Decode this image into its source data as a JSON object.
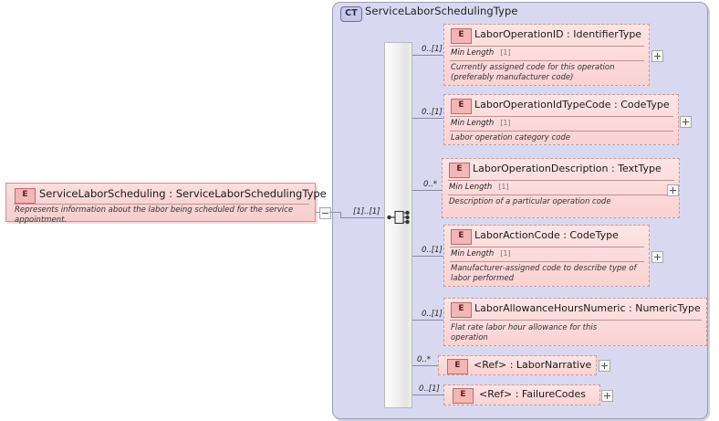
{
  "diagram": {
    "kind": "xsd-element-diagram",
    "root": {
      "icon": "element-badge",
      "badge": "E",
      "title": "ServiceLaborScheduling : ServiceLaborSchedulingType",
      "doc": "Represents information about the labor being scheduled for the service appointment.",
      "toggle": "minus"
    },
    "complex_type": {
      "badge": "CT",
      "title": "ServiceLaborSchedulingType",
      "compositor": "sequence",
      "compositor_occurrence": "[1]..[1]"
    },
    "children": [
      {
        "badge": "E",
        "title": "LaborOperationID : IdentifierType",
        "facet_label": "Min Length",
        "facet_value": "[1]",
        "doc": "Currently assigned code for this operation (preferably manufacturer code)",
        "occurrence": "0..[1]",
        "toggle": "plus"
      },
      {
        "badge": "E",
        "title": "LaborOperationIdTypeCode : CodeType",
        "facet_label": "Min Length",
        "facet_value": "[1]",
        "doc": "Labor operation category code",
        "occurrence": "0..[1]",
        "toggle": "plus"
      },
      {
        "badge": "E",
        "title": "LaborOperationDescription : TextType",
        "facet_label": "Min Length",
        "facet_value": "[1]",
        "doc": "Description of a particular operation code",
        "occurrence": "0..*",
        "toggle": "plus"
      },
      {
        "badge": "E",
        "title": "LaborActionCode : CodeType",
        "facet_label": "Min Length",
        "facet_value": "[1]",
        "doc": "Manufacturer-assigned code to describe type of labor performed",
        "occurrence": "0..[1]",
        "toggle": "plus"
      },
      {
        "badge": "E",
        "title": "LaborAllowanceHoursNumeric : NumericType",
        "facet_label": "",
        "facet_value": "",
        "doc": "Flat rate labor hour allowance for this operation",
        "occurrence": "0..[1]",
        "toggle": "plus"
      },
      {
        "badge": "E",
        "title": "<Ref>        : LaborNarrative",
        "facet_label": "",
        "facet_value": "",
        "doc": "",
        "occurrence": "0..*",
        "toggle": "plus"
      },
      {
        "badge": "E",
        "title": "<Ref>        : FailureCodes",
        "facet_label": "",
        "facet_value": "",
        "doc": "",
        "occurrence": "0..[1]",
        "toggle": "plus"
      }
    ],
    "colors": {
      "element_fill": "#fbd9d9",
      "element_border": "#c99b9b",
      "complextype_fill": "#d8d9f0",
      "complextype_border": "#9a9cc8",
      "connector": "#8a8aa8",
      "badge_fill": "#f2b6b6"
    }
  }
}
